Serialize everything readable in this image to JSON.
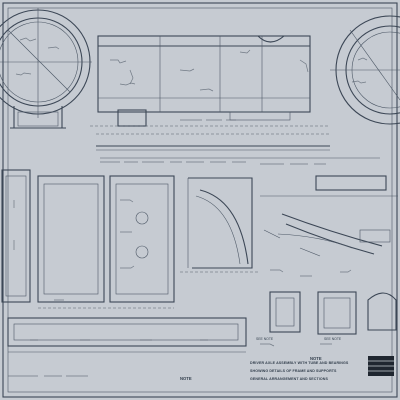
{
  "title_block": {
    "lines": [
      "DRIVER AXLE ASSEMBLY WITH TUBE AND BEARINGS",
      "SHOWING DETAILS OF FRAME AND SUPPORTS",
      "GENERAL ARRANGEMENT AND SECTIONS"
    ]
  },
  "notes": [
    {
      "label": "NOTE"
    },
    {
      "label": "NOTE"
    }
  ],
  "callouts": [
    {
      "label": "SEE NOTE"
    },
    {
      "label": "SEE NOTE"
    }
  ]
}
